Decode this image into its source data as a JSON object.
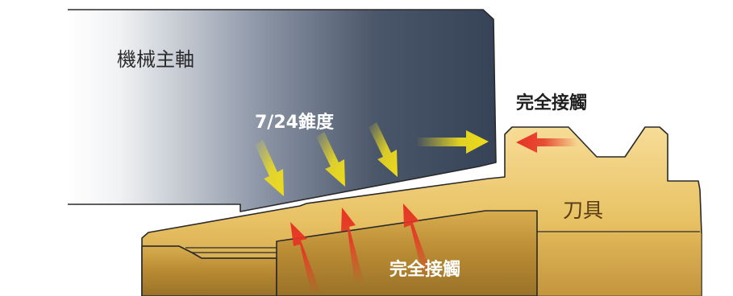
{
  "labels": {
    "spindle": "機械主軸",
    "taper": "7/24錐度",
    "contact_top": "完全接觸",
    "contact_bottom": "完全接觸",
    "tool": "刀具"
  },
  "colors": {
    "spindle_light": "#ffffff",
    "spindle_dark": "#3a475c",
    "tool_light": "#f5d892",
    "tool_mid": "#e6bf5f",
    "tool_dark": "#a77e2e",
    "arrow_yellow": "#f4e51c",
    "arrow_red": "#e53323"
  }
}
